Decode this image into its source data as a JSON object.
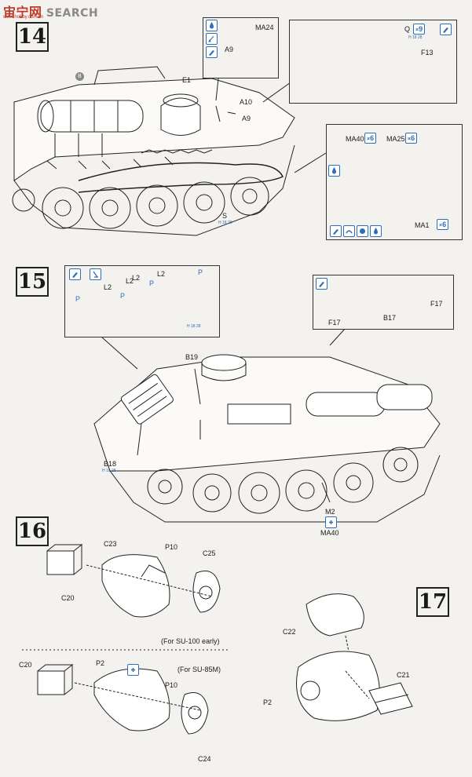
{
  "watermark": {
    "cn": "宙宁网",
    "search": "SEARCH",
    "sub": "www.hobby.com.cn"
  },
  "steps": {
    "s14": "14",
    "s15": "15",
    "s16": "16",
    "s17": "17"
  },
  "step14": {
    "main": {
      "B": "B",
      "E1": "E1",
      "A10": "A10",
      "A9": "A9",
      "S": "S",
      "S_tag": "H 18 28"
    },
    "callout_a": {
      "MA24": "MA24",
      "A9": "A9"
    },
    "callout_b": {
      "Q": "Q",
      "Q_qty": "9",
      "Q_tag": "H 18 28",
      "F13": "F13"
    },
    "callout_c": {
      "MA40": "MA40",
      "MA40_qty": "6",
      "MA25": "MA25",
      "MA25_qty": "6",
      "MA1": "MA1",
      "MA1_qty": "6"
    }
  },
  "step15": {
    "callout_tracks": {
      "L2a": "L2",
      "L2b": "L2",
      "L2c": "L2",
      "L2d": "L2",
      "Pa": "P",
      "Pb": "P",
      "Pc": "P",
      "Pd": "P",
      "tag": "H 18 28"
    },
    "callout_b17": {
      "F17a": "F17",
      "F17b": "F17",
      "B17": "B17"
    },
    "main": {
      "B19": "B19",
      "B18": "B18",
      "B18_tag": "H 18 28",
      "M2": "M2",
      "MA40": "MA40"
    }
  },
  "step16": {
    "early": {
      "C23": "C23",
      "P10": "P10",
      "C25": "C25",
      "C20": "C20",
      "note": "(For SU-100 early)"
    },
    "su85m": {
      "C20": "C20",
      "P2": "P2",
      "P10": "P10",
      "C24": "C24",
      "note": "(For SU-85M)"
    }
  },
  "step17": {
    "C22": "C22",
    "C21": "C21",
    "P2": "P2"
  },
  "colors": {
    "accent_blue": "#2d6fb8",
    "line": "#222222",
    "paper": "#f4f2ee"
  }
}
